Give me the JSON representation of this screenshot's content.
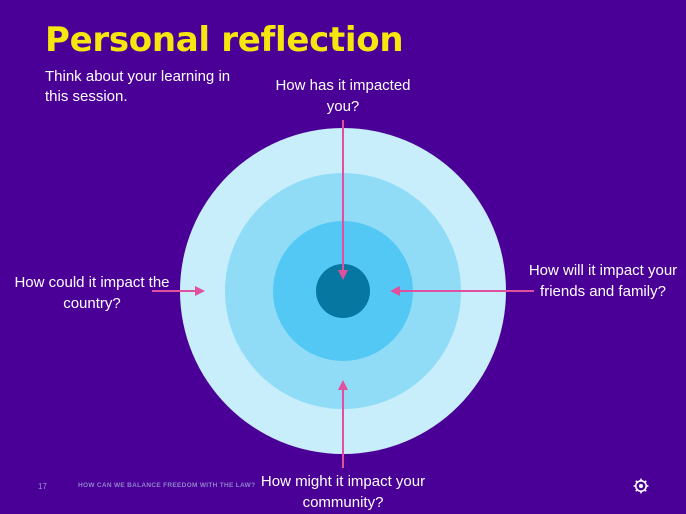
{
  "slide": {
    "title": "Personal reflection",
    "subtitle": "Think about your learning in this session.",
    "footer_number": "17",
    "footer_text": "HOW CAN WE BALANCE FREEDOM WITH THE LAW?",
    "logo_icon": "gear-logo-icon"
  },
  "diagram": {
    "questions": {
      "top": "How has it impacted you?",
      "left": "How could it impact the country?",
      "right": "How will it impact your friends and family?",
      "bottom": "How might it impact your community?"
    },
    "ring_colors": [
      "#c8eefb",
      "#90dcf7",
      "#54c8f5",
      "#0577a0"
    ]
  },
  "colors": {
    "background": "#4a0097",
    "title": "#f6e60e",
    "text": "#ffffff",
    "arrow": "#e0509e"
  }
}
